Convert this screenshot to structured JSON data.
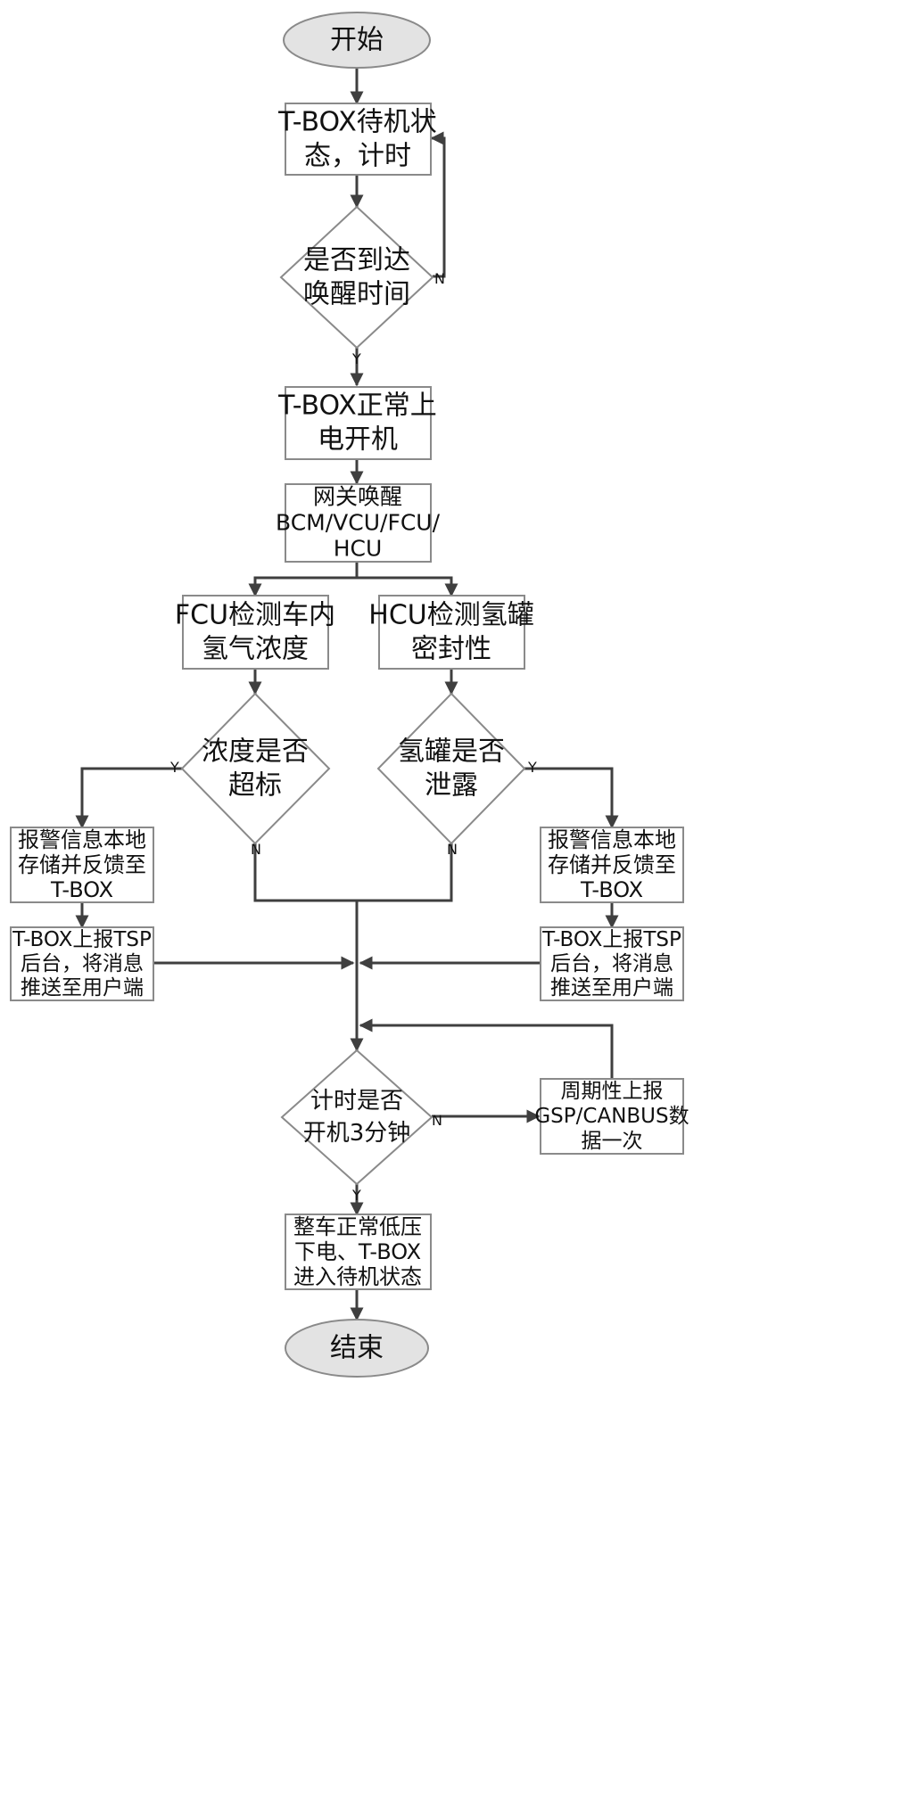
{
  "nodes": {
    "start": {
      "lines": [
        "开始"
      ]
    },
    "standby": {
      "lines": [
        "T-BOX待机状",
        "态，计时"
      ]
    },
    "wake_check": {
      "lines": [
        "是否到达",
        "唤醒时间"
      ]
    },
    "power_on": {
      "lines": [
        "T-BOX正常上",
        "电开机"
      ]
    },
    "gateway": {
      "lines": [
        "网关唤醒",
        "BCM/VCU/FCU/",
        "HCU"
      ]
    },
    "fcu_detect": {
      "lines": [
        "FCU检测车内",
        "氢气浓度"
      ]
    },
    "hcu_detect": {
      "lines": [
        "HCU检测氢罐",
        "密封性"
      ]
    },
    "conc_check": {
      "lines": [
        "浓度是否",
        "超标"
      ]
    },
    "leak_check": {
      "lines": [
        "氢罐是否",
        "泄露"
      ]
    },
    "alarm_left": {
      "lines": [
        "报警信息本地",
        "存储并反馈至",
        "T-BOX"
      ]
    },
    "alarm_right": {
      "lines": [
        "报警信息本地",
        "存储并反馈至",
        "T-BOX"
      ]
    },
    "report_left": {
      "lines": [
        "T-BOX上报TSP",
        "后台，将消息",
        "推送至用户端"
      ]
    },
    "report_right": {
      "lines": [
        "T-BOX上报TSP",
        "后台，将消息",
        "推送至用户端"
      ]
    },
    "timer_check": {
      "lines": [
        "计时是否",
        "开机3分钟"
      ]
    },
    "periodic": {
      "lines": [
        "周期性上报",
        "GSP/CANBUS数",
        "据一次"
      ]
    },
    "shutdown": {
      "lines": [
        "整车正常低压",
        "下电、T-BOX",
        "进入待机状态"
      ]
    },
    "end": {
      "lines": [
        "结束"
      ]
    }
  },
  "edge_labels": {
    "wake_no": "N",
    "wake_yes": "Y",
    "conc_yes": "Y",
    "conc_no": "N",
    "leak_yes": "Y",
    "leak_no": "N",
    "timer_no": "N",
    "timer_yes": "Y"
  }
}
